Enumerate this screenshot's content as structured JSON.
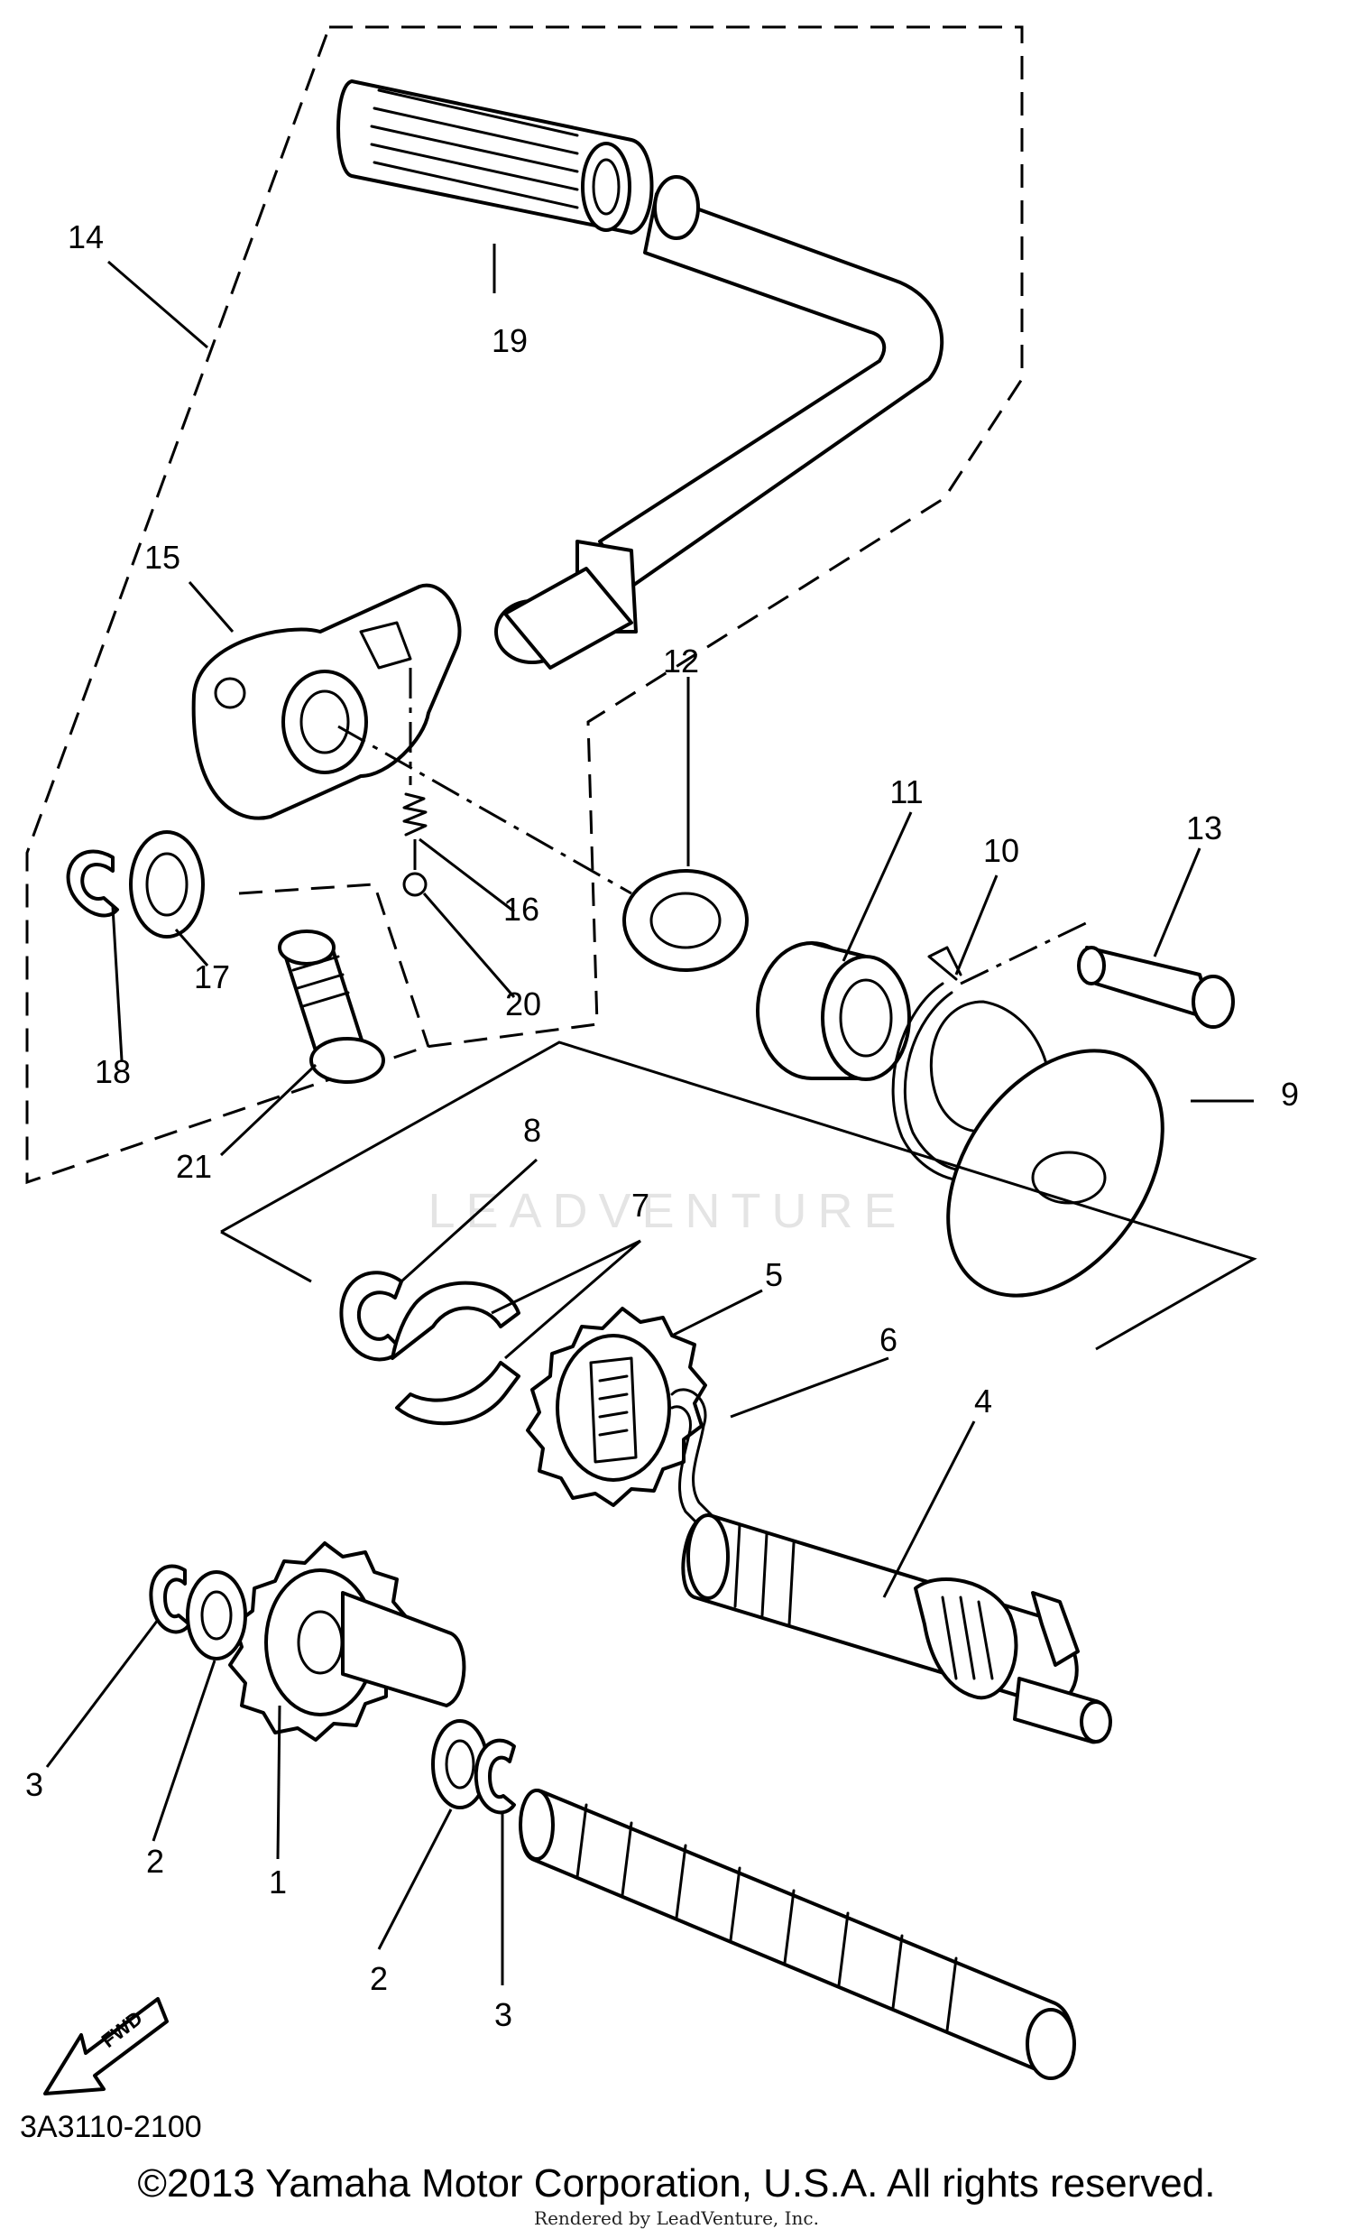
{
  "diagram": {
    "part_labels": [
      "1",
      "2",
      "2",
      "3",
      "3",
      "4",
      "5",
      "6",
      "7",
      "8",
      "9",
      "10",
      "11",
      "12",
      "13",
      "14",
      "15",
      "16",
      "17",
      "18",
      "19",
      "20",
      "21"
    ],
    "drawing_code": "3A3110-2100",
    "fwd_label": "FWD",
    "watermark": "LEADVENTURE"
  },
  "footer": {
    "copyright": "©2013 Yamaha Motor Corporation, U.S.A. All rights reserved.",
    "rendered_by": "Rendered by LeadVenture, Inc."
  }
}
